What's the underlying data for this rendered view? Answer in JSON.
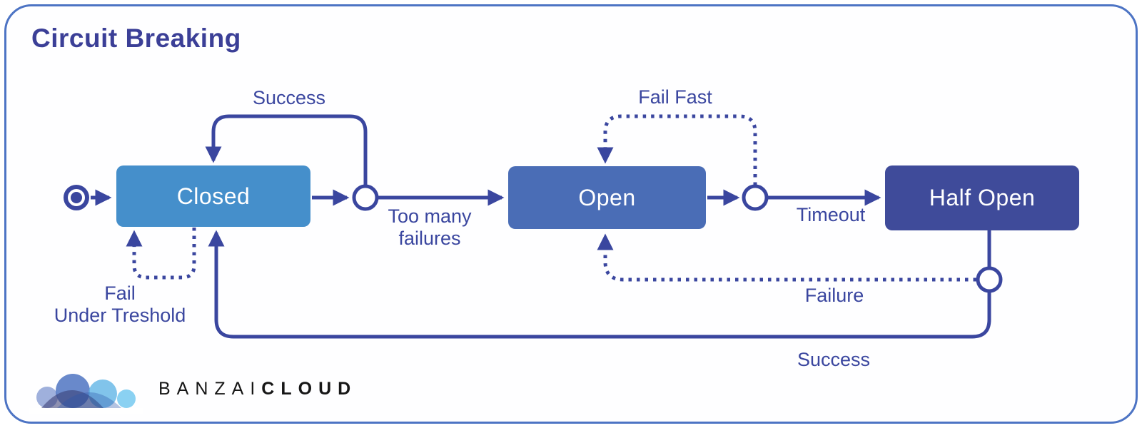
{
  "title": "Circuit Breaking",
  "diagram": {
    "type": "state-machine",
    "states": {
      "closed": {
        "label": "Closed"
      },
      "open": {
        "label": "Open"
      },
      "half_open": {
        "label": "Half Open"
      }
    },
    "transitions": {
      "success_top": "Success",
      "too_many_line1": "Too many",
      "too_many_line2": "failures",
      "fail_fast": "Fail Fast",
      "timeout": "Timeout",
      "failure": "Failure",
      "success_bottom": "Success",
      "fail_under_line1": "Fail",
      "fail_under_line2": "Under Treshold"
    },
    "colors": {
      "closed_fill": "#458fcb",
      "open_fill": "#4a6db6",
      "half_open_fill": "#3f4b9a",
      "connector": "#3a469f",
      "title_text": "#3b3f97",
      "card_border": "#4d74c4",
      "state_text": "#ffffff"
    }
  },
  "logo": {
    "brand_light": "BANZAI",
    "brand_bold": "CLOUD"
  }
}
